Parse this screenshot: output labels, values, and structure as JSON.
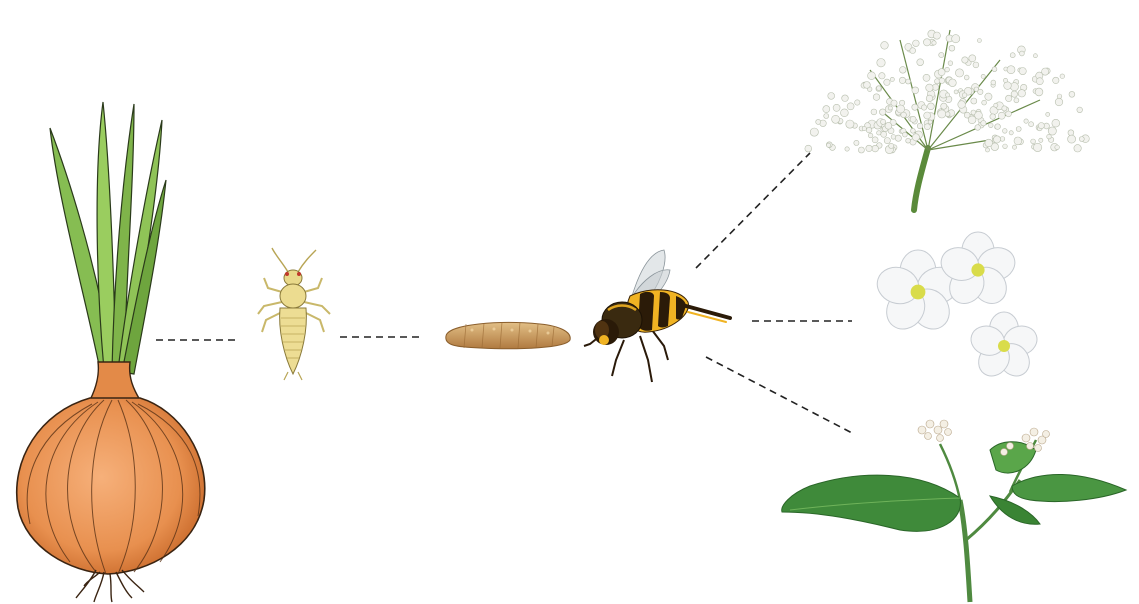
{
  "diagram": {
    "kind": "food-web",
    "nodes": [
      {
        "id": "onion",
        "icon": "onion-plant-icon"
      },
      {
        "id": "thrips",
        "icon": "thrips-insect-icon"
      },
      {
        "id": "larva",
        "icon": "hoverfly-larva-icon"
      },
      {
        "id": "hoverfly",
        "icon": "hoverfly-adult-icon"
      },
      {
        "id": "umbel",
        "icon": "white-umbel-flower-icon"
      },
      {
        "id": "blossoms",
        "icon": "white-blossoms-icon"
      },
      {
        "id": "herb",
        "icon": "leafy-flowering-herb-icon"
      }
    ],
    "links": [
      {
        "from": "onion",
        "to": "thrips",
        "style": "dashed"
      },
      {
        "from": "thrips",
        "to": "larva",
        "style": "dashed"
      },
      {
        "from": "hoverfly",
        "to": "umbel",
        "style": "dashed"
      },
      {
        "from": "hoverfly",
        "to": "blossoms",
        "style": "dashed"
      },
      {
        "from": "hoverfly",
        "to": "herb",
        "style": "dashed"
      }
    ],
    "colors": {
      "onion_bulb": "#e8904f",
      "onion_leaves": "#7fb44a",
      "thrips": "#e9d98a",
      "larva": "#c99a5e",
      "hoverfly_yellow": "#f0b323",
      "foliage": "#3f8a3a",
      "line": "#222222"
    }
  }
}
